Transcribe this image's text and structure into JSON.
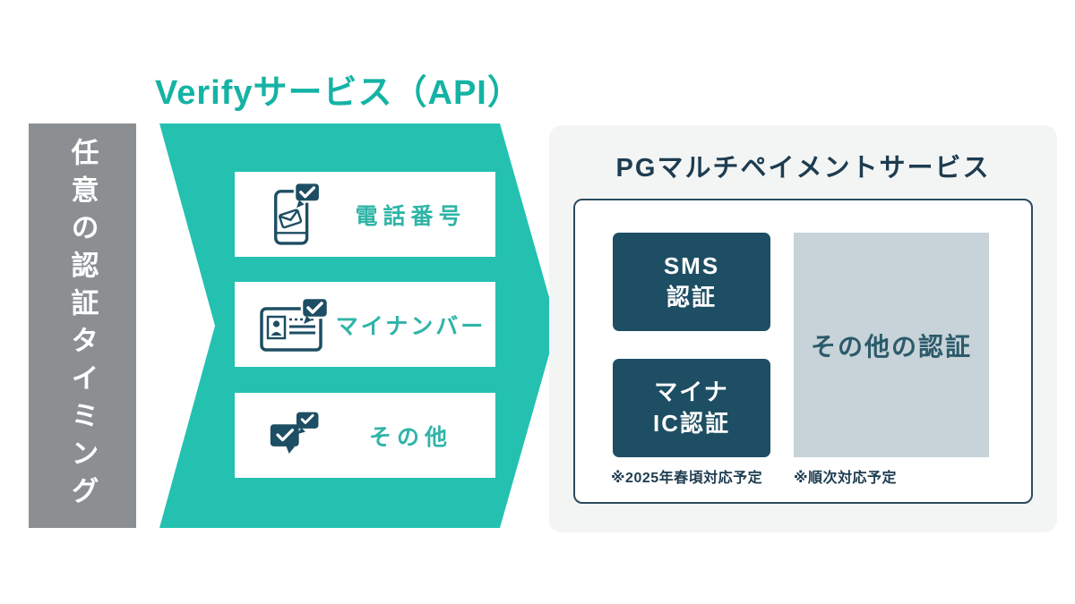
{
  "colors": {
    "arrow_teal": "#24c1b0",
    "title_teal": "#14b3a4",
    "item_label_teal": "#2fb4a7",
    "dark_navy": "#1d4e63",
    "gray_bar": "#8b8f92",
    "panel_bg": "#f3f5f5",
    "panel_border": "#2d4b5e",
    "muted_box_bg": "#c7d3d8",
    "muted_box_text": "#2b5a6b",
    "dark_text": "#1e3c50"
  },
  "left_bar": {
    "label": "任意の認証タイミング"
  },
  "verify": {
    "title": "Verifyサービス（API）",
    "items": [
      {
        "label": "電話番号",
        "icon": "phone-message-check-icon"
      },
      {
        "label": "マイナンバー",
        "icon": "id-card-check-icon"
      },
      {
        "label": "その他",
        "icon": "chat-bubbles-check-icon"
      }
    ]
  },
  "pg_panel": {
    "title": "PGマルチペイメントサービス",
    "sms_box": {
      "line1": "SMS",
      "line2": "認証"
    },
    "myna_box": {
      "line1": "マイナ",
      "line2": "IC認証"
    },
    "myna_note": "※2025年春頃対応予定",
    "other_box": {
      "label": "その他の認証"
    },
    "other_note": "※順次対応予定"
  }
}
